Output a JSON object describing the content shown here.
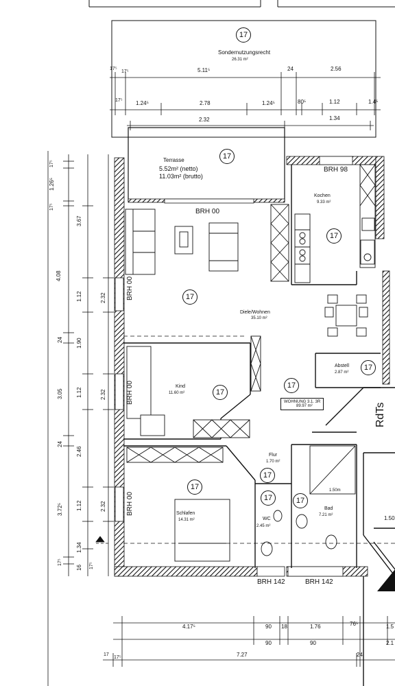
{
  "unit_number": "17",
  "rooms": {
    "sondernutzung": {
      "name": "Sondernutzungsrecht",
      "area": "26.31 m²"
    },
    "terrasse": {
      "name": "Terrasse",
      "net": "5.52m² (netto)",
      "gross": "11.03m² (brutto)"
    },
    "kochen": {
      "name": "Kochen",
      "area": "9.33 m²"
    },
    "diele": {
      "name": "Diele/Wohnen",
      "area": "35.10 m²"
    },
    "abstell": {
      "name": "Abstell",
      "area": "2.87 m²"
    },
    "kind": {
      "name": "Kind",
      "area": "11.60 m²"
    },
    "flur": {
      "name": "Flur",
      "area": "1.70 m²"
    },
    "schlafen": {
      "name": "Schlafen",
      "area": "14.31 m²"
    },
    "wc": {
      "name": "WC",
      "area": "2.45 m²"
    },
    "bad": {
      "name": "Bad",
      "area": "7.21 m²"
    }
  },
  "wohnung": {
    "label": "WOHNUNG 3.1. 3R",
    "area": "89.97 m²"
  },
  "brh": {
    "terrace": "BRH 00",
    "kitchen": "BRH 98",
    "living": "BRH 00",
    "kind": "BRH 00",
    "schlafen": "BRH 00",
    "bottom_left": "BRH 142",
    "bottom_right": "BRH 142"
  },
  "markers": {
    "rdts": "RdTs",
    "bath_dim": "1.50m",
    "right_dim": "1.50"
  },
  "dims_top": {
    "r1": [
      "17⁵",
      "17⁵",
      "5.11⁵",
      "24",
      "2.56"
    ],
    "r2": [
      "17⁵",
      "1.24⁵",
      "2.78",
      "1.24⁵",
      "80⁵",
      "1.12",
      "1.4⁵"
    ],
    "r3": [
      "2.32",
      "1.34"
    ]
  },
  "dims_left_outer": [
    "17⁵",
    "1.26⁵",
    "17⁵",
    "4.08",
    "24",
    "3.05",
    "24",
    "3.72⁵",
    "17⁵"
  ],
  "dims_left_mid": [
    "3.67",
    "1.12",
    "1.90",
    "1.12",
    "2.46",
    "1.12",
    "1.34",
    "16"
  ],
  "dims_left_inner": [
    "2.32",
    "2.32",
    "2.32",
    "17⁵"
  ],
  "dims_bottom": {
    "r1": [
      "4.17⁵",
      "90",
      "18",
      "1.76",
      "76⁵",
      "1.5"
    ],
    "r2": [
      "90",
      "90",
      "2.1"
    ],
    "r3": [
      "17",
      "17⁵",
      "7.27",
      "24"
    ]
  }
}
